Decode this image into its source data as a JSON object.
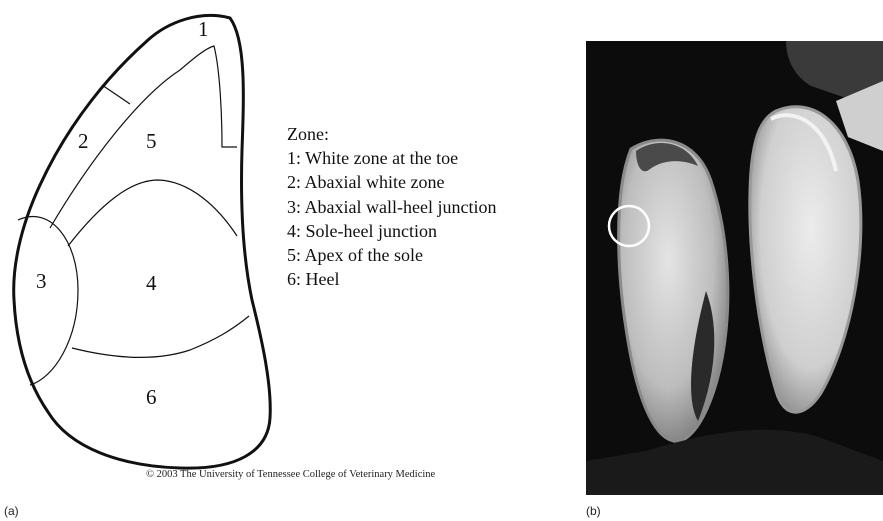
{
  "diagram": {
    "zone_numbers": [
      "1",
      "2",
      "3",
      "4",
      "5",
      "6"
    ],
    "legend": {
      "title": "Zone:",
      "items": [
        "1: White zone at the toe",
        "2: Abaxial white zone",
        "3: Abaxial wall-heel junction",
        "4: Sole-heel junction",
        "5: Apex of the sole",
        "6: Heel"
      ]
    },
    "copyright": "© 2003 The University of Tennessee College of Veterinary Medicine"
  },
  "panel_labels": {
    "a": "(a)",
    "b": "(b)"
  },
  "colors": {
    "background": "#ffffff",
    "outline": "#111111",
    "photo_background": "#0c0c0c",
    "highlight_circle": "#ffffff"
  }
}
